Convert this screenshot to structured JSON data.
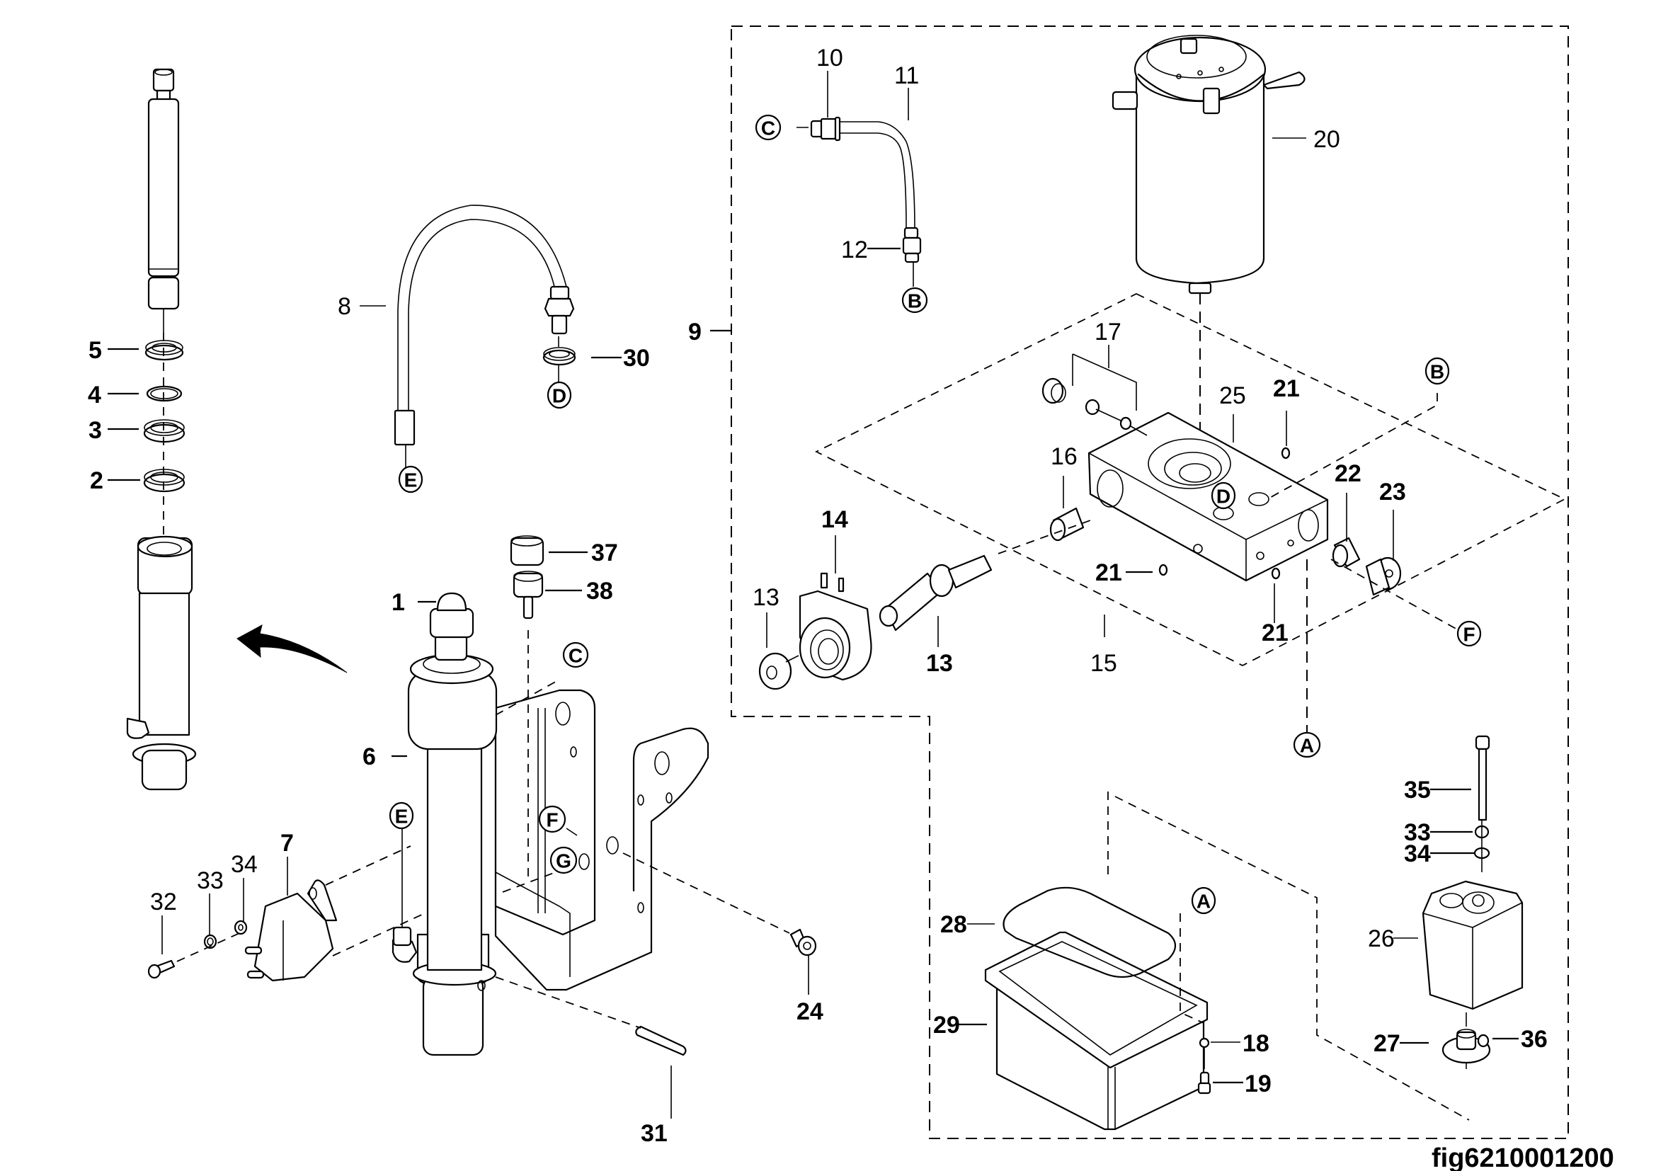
{
  "figure": {
    "id_label": "fig6210001200",
    "line_color": "#000000",
    "background": "#ffffff"
  },
  "callouts": {
    "c1": "1",
    "c2": "2",
    "c3": "3",
    "c4": "4",
    "c5": "5",
    "c6": "6",
    "c7": "7",
    "c8": "8",
    "c9": "9",
    "c10": "10",
    "c11": "11",
    "c12": "12",
    "c13a": "13",
    "c13b": "13",
    "c14": "14",
    "c15": "15",
    "c16": "16",
    "c17": "17",
    "c18": "18",
    "c19": "19",
    "c20": "20",
    "c21a": "21",
    "c21b": "21",
    "c21c": "21",
    "c22": "22",
    "c23": "23",
    "c24": "24",
    "c25": "25",
    "c26": "26",
    "c27": "27",
    "c28": "28",
    "c29": "29",
    "c30": "30",
    "c31": "31",
    "c32": "32",
    "c33a": "33",
    "c33b": "33",
    "c34a": "34",
    "c34b": "34",
    "c35": "35",
    "c36": "36",
    "c37": "37",
    "c38": "38"
  },
  "references": {
    "A1": "A",
    "A2": "A",
    "B1": "B",
    "B2": "B",
    "C1": "C",
    "C2": "C",
    "D1": "D",
    "D2": "D",
    "E1": "E",
    "E2": "E",
    "F1": "F",
    "F2": "F",
    "G1": "G"
  },
  "icons": {
    "rotate_arrow": "curved-arrow-left"
  }
}
